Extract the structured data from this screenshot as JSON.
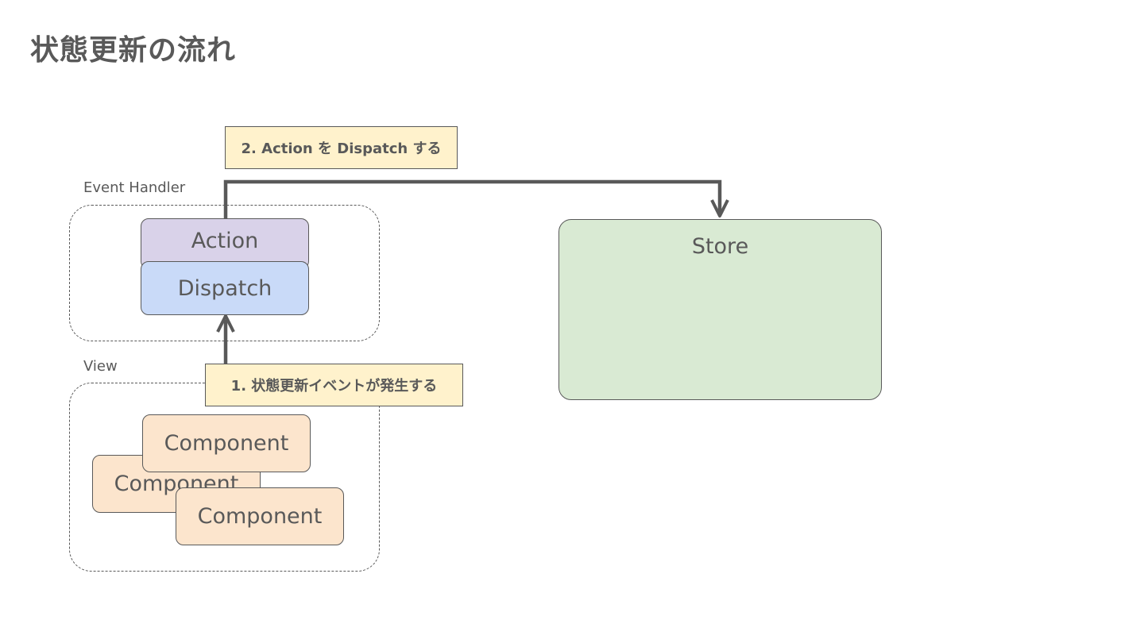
{
  "title": "状態更新の流れ",
  "groups": {
    "event_handler": {
      "label": "Event Handler"
    },
    "view": {
      "label": "View"
    }
  },
  "nodes": {
    "action": "Action",
    "dispatch": "Dispatch",
    "store": "Store",
    "components": [
      "Component",
      "Component",
      "Component"
    ]
  },
  "notes": {
    "step1": "1. 状態更新イベントが発生する",
    "step2": "2. Action を Dispatch する"
  },
  "colors": {
    "stroke": "#595959",
    "action_fill": "#d9d2e9",
    "dispatch_fill": "#c9daf8",
    "store_fill": "#d9ead3",
    "component_fill": "#fce5cd",
    "note_fill": "#fff2cc"
  }
}
